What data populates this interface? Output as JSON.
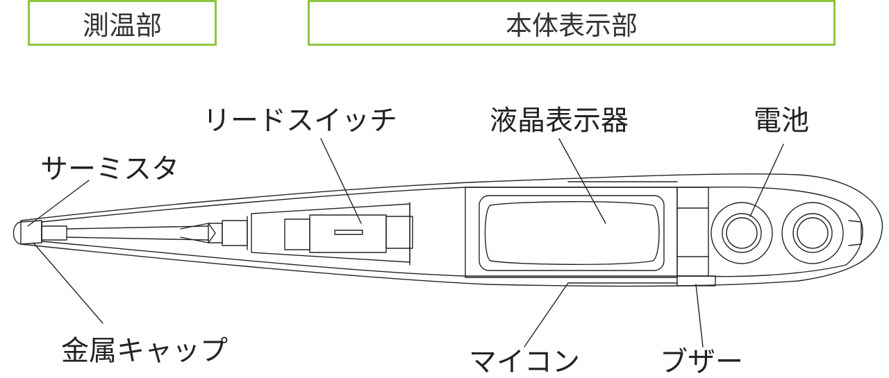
{
  "sections": {
    "sensor": "測温部",
    "body": "本体表示部"
  },
  "labels": {
    "reed_switch": "リードスイッチ",
    "lcd": "液晶表示器",
    "battery": "電池",
    "thermistor": "サーミスタ",
    "metal_cap": "金属キャップ",
    "microcontroller": "マイコン",
    "buzzer": "ブザー"
  },
  "colors": {
    "section_border": "#8cc63f",
    "line": "#222222"
  }
}
